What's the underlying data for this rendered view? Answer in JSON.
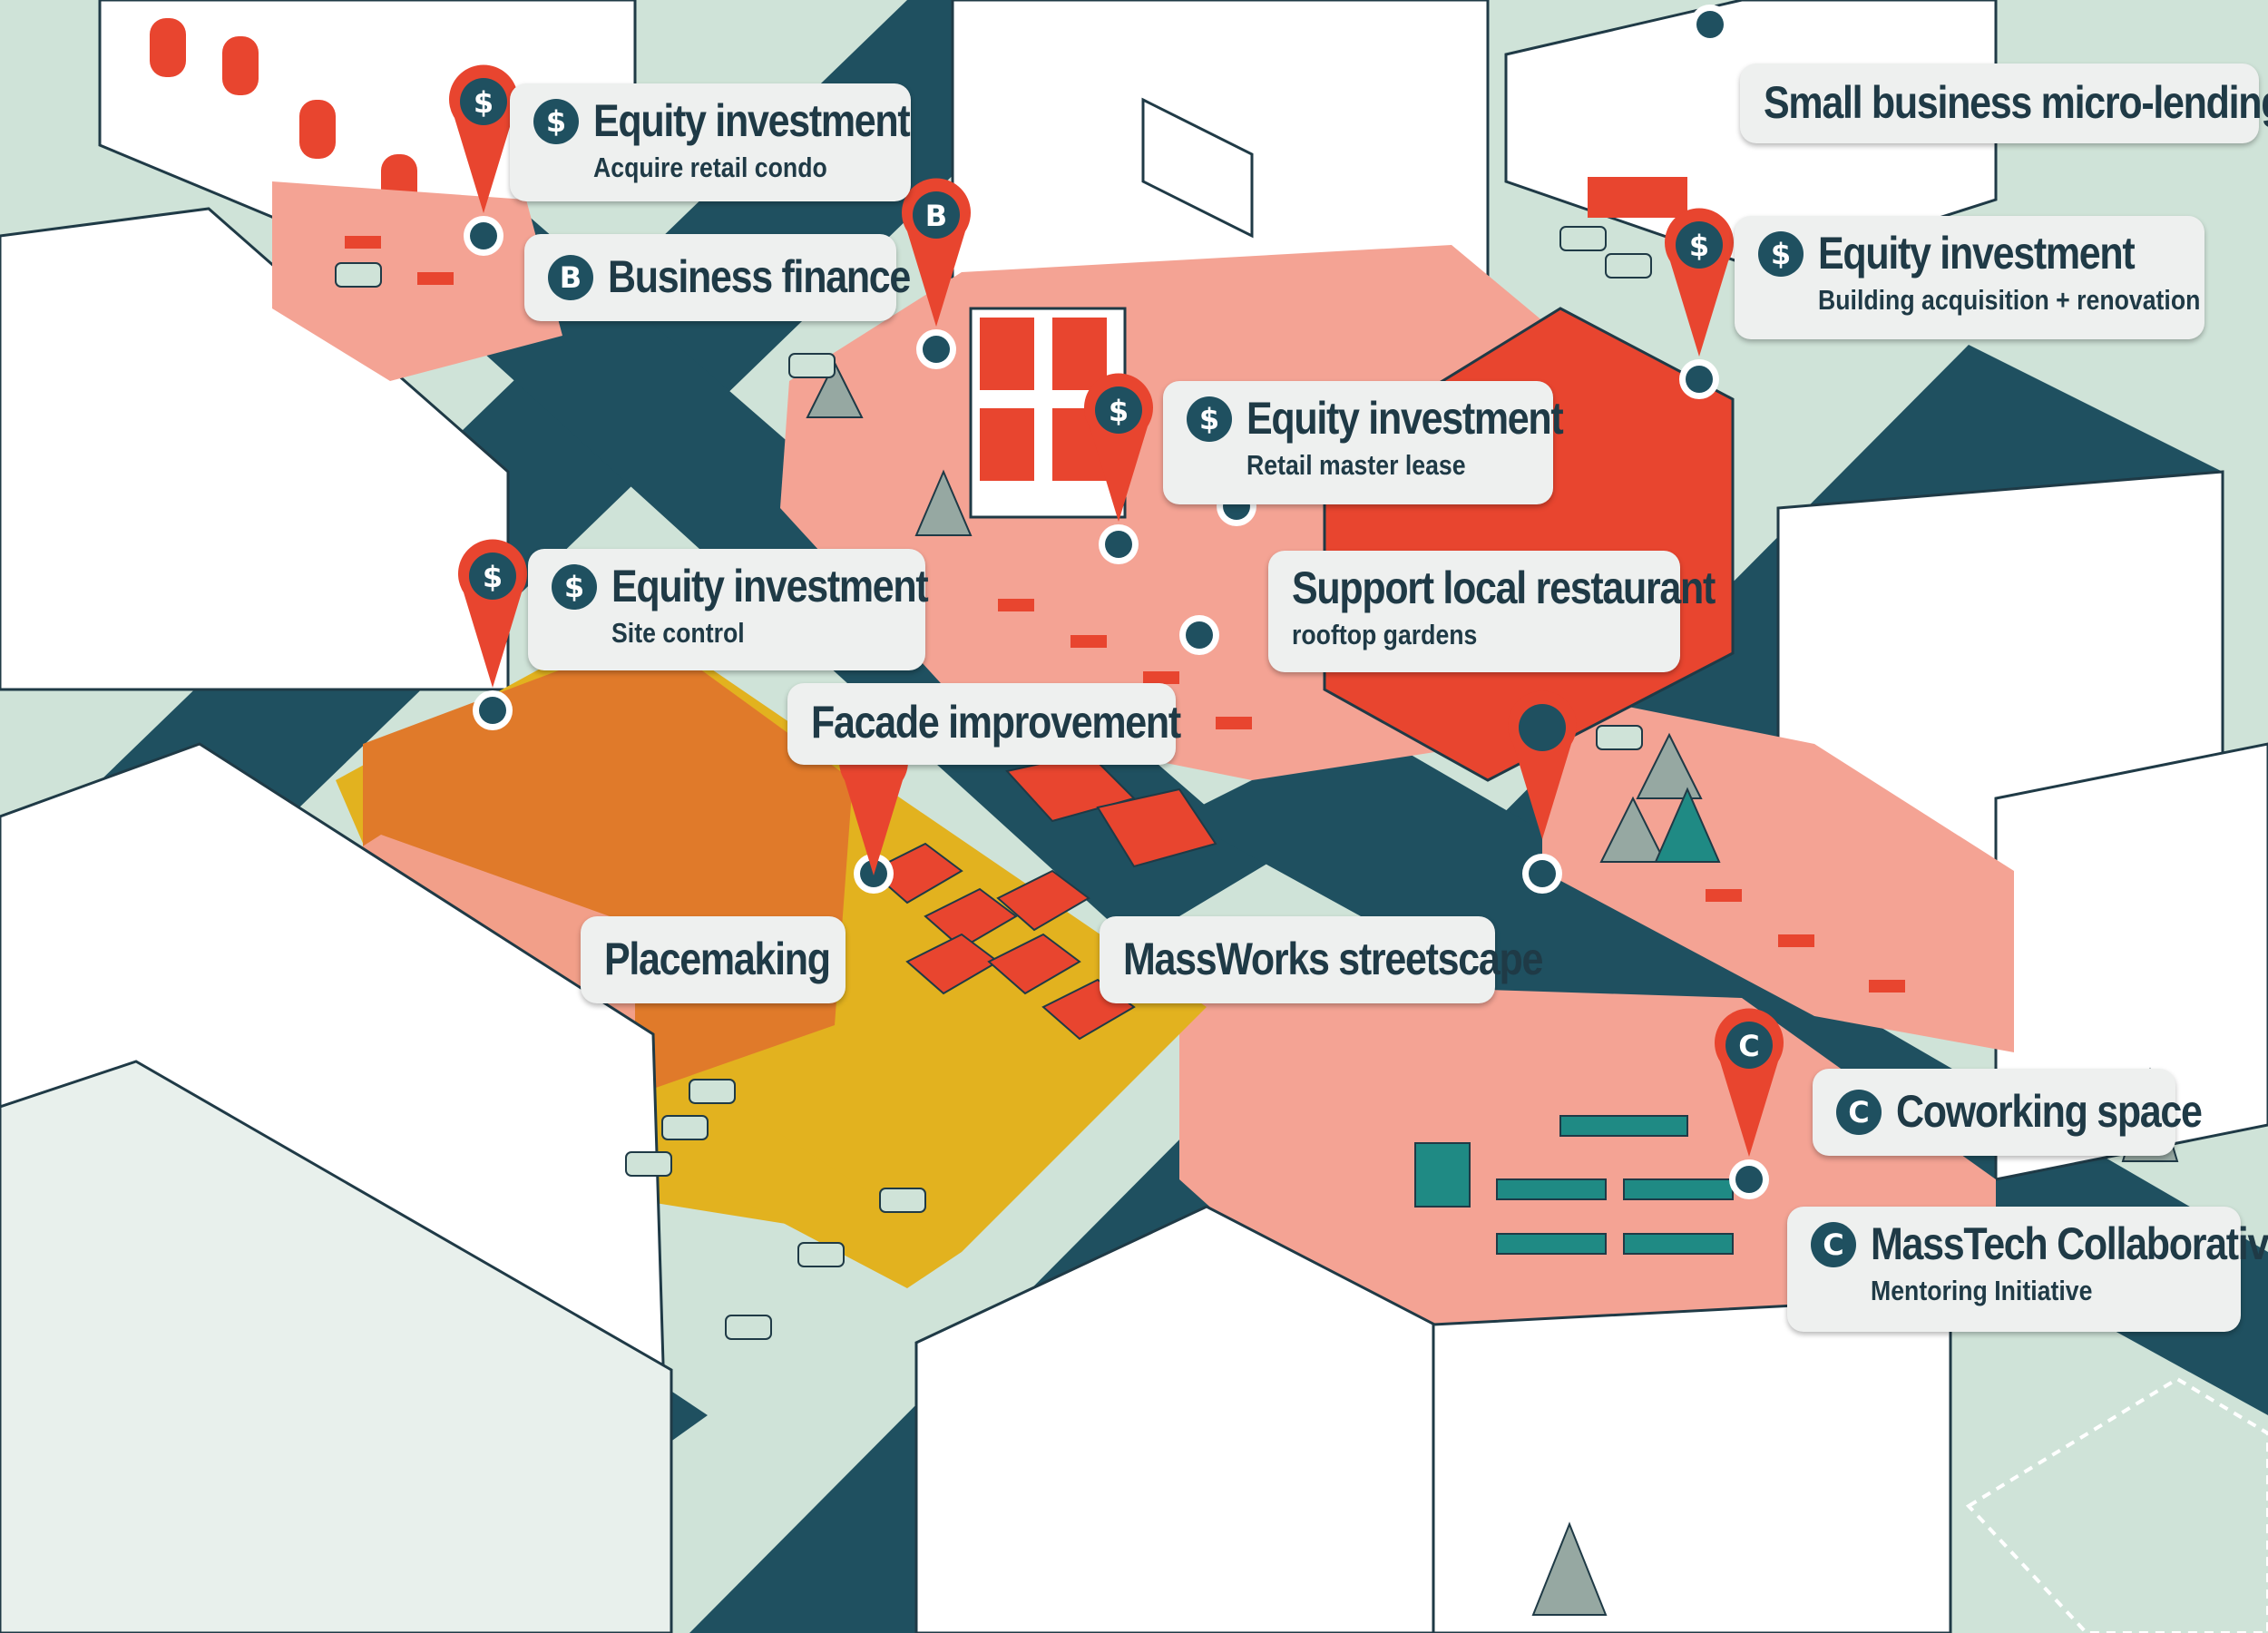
{
  "callouts": [
    {
      "id": "equity-acquire-retail-condo",
      "badge": "$",
      "title": "Equity investment",
      "subtitle": "Acquire retail condo"
    },
    {
      "id": "business-finance",
      "badge": "B",
      "title": "Business finance"
    },
    {
      "id": "small-business-micro-lending",
      "title": "Small business micro-lending"
    },
    {
      "id": "equity-building-acquisition",
      "badge": "$",
      "title": "Equity investment",
      "subtitle": "Building acquisition + renovation"
    },
    {
      "id": "equity-retail-master-lease",
      "badge": "$",
      "title": "Equity investment",
      "subtitle": "Retail master lease"
    },
    {
      "id": "equity-site-control",
      "badge": "$",
      "title": "Equity investment",
      "subtitle": "Site control"
    },
    {
      "id": "support-local-restaurant",
      "title": "Support local restaurant",
      "subtitle": "rooftop gardens"
    },
    {
      "id": "facade-improvement",
      "title": "Facade improvement"
    },
    {
      "id": "placemaking",
      "title": "Placemaking"
    },
    {
      "id": "massworks-streetscape",
      "title": "MassWorks streetscape"
    },
    {
      "id": "coworking-space",
      "badge": "C",
      "title": "Coworking space"
    },
    {
      "id": "masstech-collaborative",
      "badge": "C",
      "title": "MassTech Collaborative",
      "subtitle": "Mentoring Initiative"
    }
  ],
  "pins": [
    {
      "id": "pin-acquire-retail-condo",
      "badge": "$"
    },
    {
      "id": "pin-business-finance",
      "badge": "B"
    },
    {
      "id": "pin-building-acquisition",
      "badge": "$"
    },
    {
      "id": "pin-retail-master-lease",
      "badge": "$"
    },
    {
      "id": "pin-site-control",
      "badge": "$"
    },
    {
      "id": "pin-facade-improvement",
      "badge": ""
    },
    {
      "id": "pin-massworks-streetscape",
      "badge": ""
    },
    {
      "id": "pin-coworking",
      "badge": "C"
    }
  ],
  "colors": {
    "road": "#1f5060",
    "block": "#cfe3d8",
    "building": "#ffffff",
    "plaza": "#f4a394",
    "paver": "#e8452f",
    "parking": "#e2b21f",
    "lot": "#e07a2a",
    "accent_red": "#e8452f",
    "badge": "#1f5060",
    "callout_bg": "#eef0ef",
    "text": "#1f3a46",
    "teal": "#1f8a84"
  }
}
